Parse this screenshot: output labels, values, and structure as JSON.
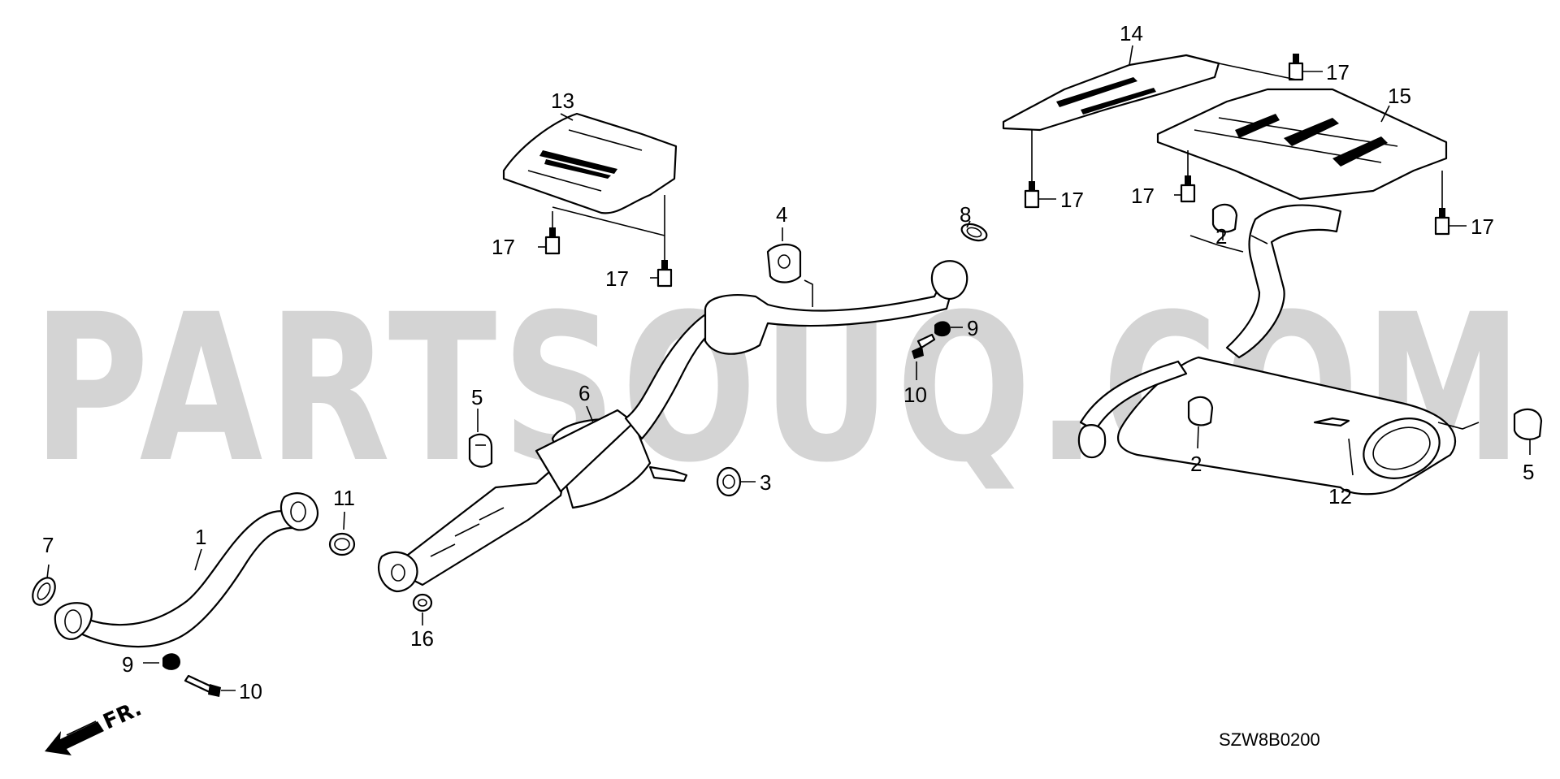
{
  "watermark": "PARTSOUQ.COM",
  "diagram_code": "SZW8B0200",
  "direction_label": "FR.",
  "callouts": {
    "c1": "1",
    "c2a": "2",
    "c2b": "2",
    "c3": "3",
    "c4": "4",
    "c5a": "5",
    "c5b": "5",
    "c6": "6",
    "c7": "7",
    "c8": "8",
    "c9a": "9",
    "c9b": "9",
    "c10a": "10",
    "c10b": "10",
    "c11": "11",
    "c12": "12",
    "c13": "13",
    "c14": "14",
    "c15": "15",
    "c16": "16",
    "c17a": "17",
    "c17b": "17",
    "c17c": "17",
    "c17d": "17",
    "c17e": "17",
    "c17f": "17"
  }
}
